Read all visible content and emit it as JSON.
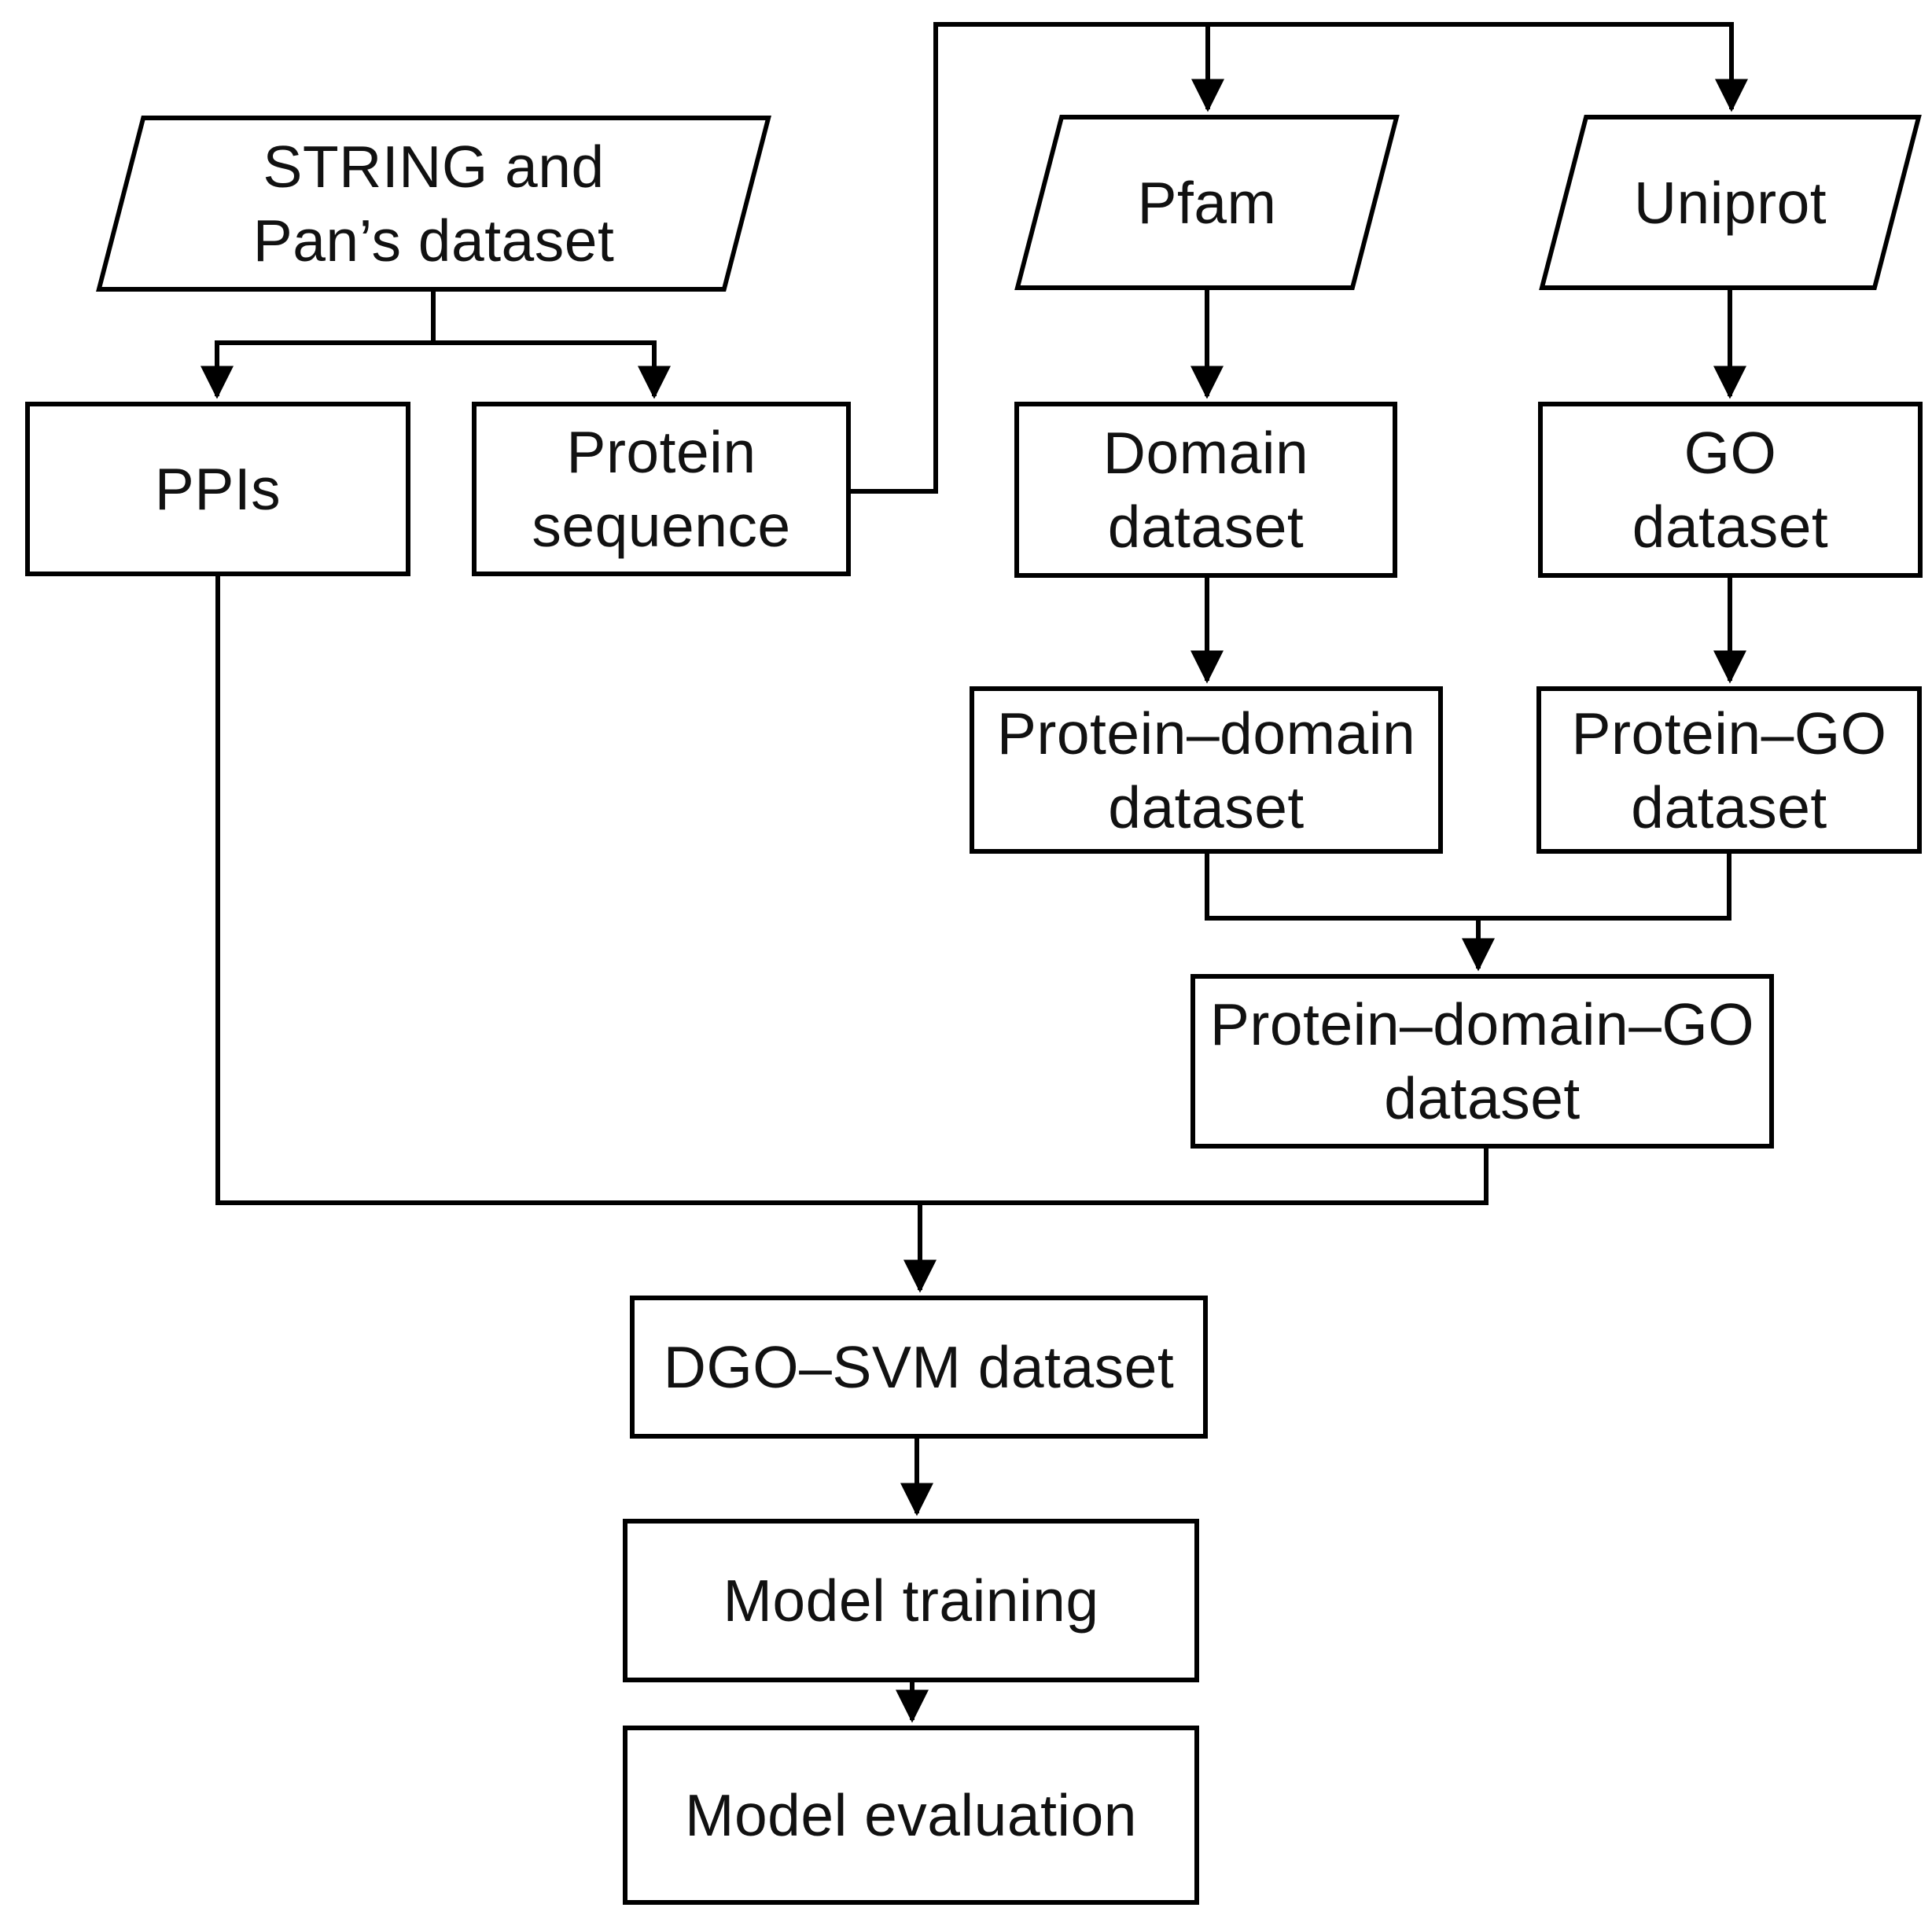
{
  "diagram": {
    "kind": "flowchart",
    "colors": {
      "background": "#ffffff",
      "stroke": "#000000",
      "text": "#111111"
    },
    "nodes": {
      "string_pan": {
        "shape": "parallelogram",
        "line1": "STRING and",
        "line2": "Pan’s dataset"
      },
      "pfam": {
        "shape": "parallelogram",
        "line1": "Pfam"
      },
      "uniprot": {
        "shape": "parallelogram",
        "line1": "Uniprot"
      },
      "ppis": {
        "shape": "rectangle",
        "line1": "PPIs"
      },
      "protein_sequence": {
        "shape": "rectangle",
        "line1": "Protein",
        "line2": "sequence"
      },
      "domain_dataset": {
        "shape": "rectangle",
        "line1": "Domain",
        "line2": "dataset"
      },
      "go_dataset": {
        "shape": "rectangle",
        "line1": "GO",
        "line2": "dataset"
      },
      "protein_domain_dataset": {
        "shape": "rectangle",
        "line1": "Protein–domain",
        "line2": "dataset"
      },
      "protein_go_dataset": {
        "shape": "rectangle",
        "line1": "Protein–GO",
        "line2": "dataset"
      },
      "protein_domain_go_dataset": {
        "shape": "rectangle",
        "line1": "Protein–domain–GO",
        "line2": "dataset"
      },
      "dgo_svm_dataset": {
        "shape": "rectangle",
        "line1": "DGO–SVM dataset"
      },
      "model_training": {
        "shape": "rectangle",
        "line1": "Model training"
      },
      "model_evaluation": {
        "shape": "rectangle",
        "line1": "Model evaluation"
      }
    },
    "edges": [
      {
        "from": "string_pan",
        "to": "ppis"
      },
      {
        "from": "string_pan",
        "to": "protein_sequence"
      },
      {
        "from": "protein_sequence",
        "to": "pfam"
      },
      {
        "from": "protein_sequence",
        "to": "uniprot"
      },
      {
        "from": "pfam",
        "to": "domain_dataset"
      },
      {
        "from": "uniprot",
        "to": "go_dataset"
      },
      {
        "from": "domain_dataset",
        "to": "protein_domain_dataset"
      },
      {
        "from": "go_dataset",
        "to": "protein_go_dataset"
      },
      {
        "from": "protein_domain_dataset",
        "to": "protein_domain_go_dataset"
      },
      {
        "from": "protein_go_dataset",
        "to": "protein_domain_go_dataset"
      },
      {
        "from": "ppis",
        "to": "dgo_svm_dataset"
      },
      {
        "from": "protein_domain_go_dataset",
        "to": "dgo_svm_dataset"
      },
      {
        "from": "dgo_svm_dataset",
        "to": "model_training"
      },
      {
        "from": "model_training",
        "to": "model_evaluation"
      }
    ]
  }
}
